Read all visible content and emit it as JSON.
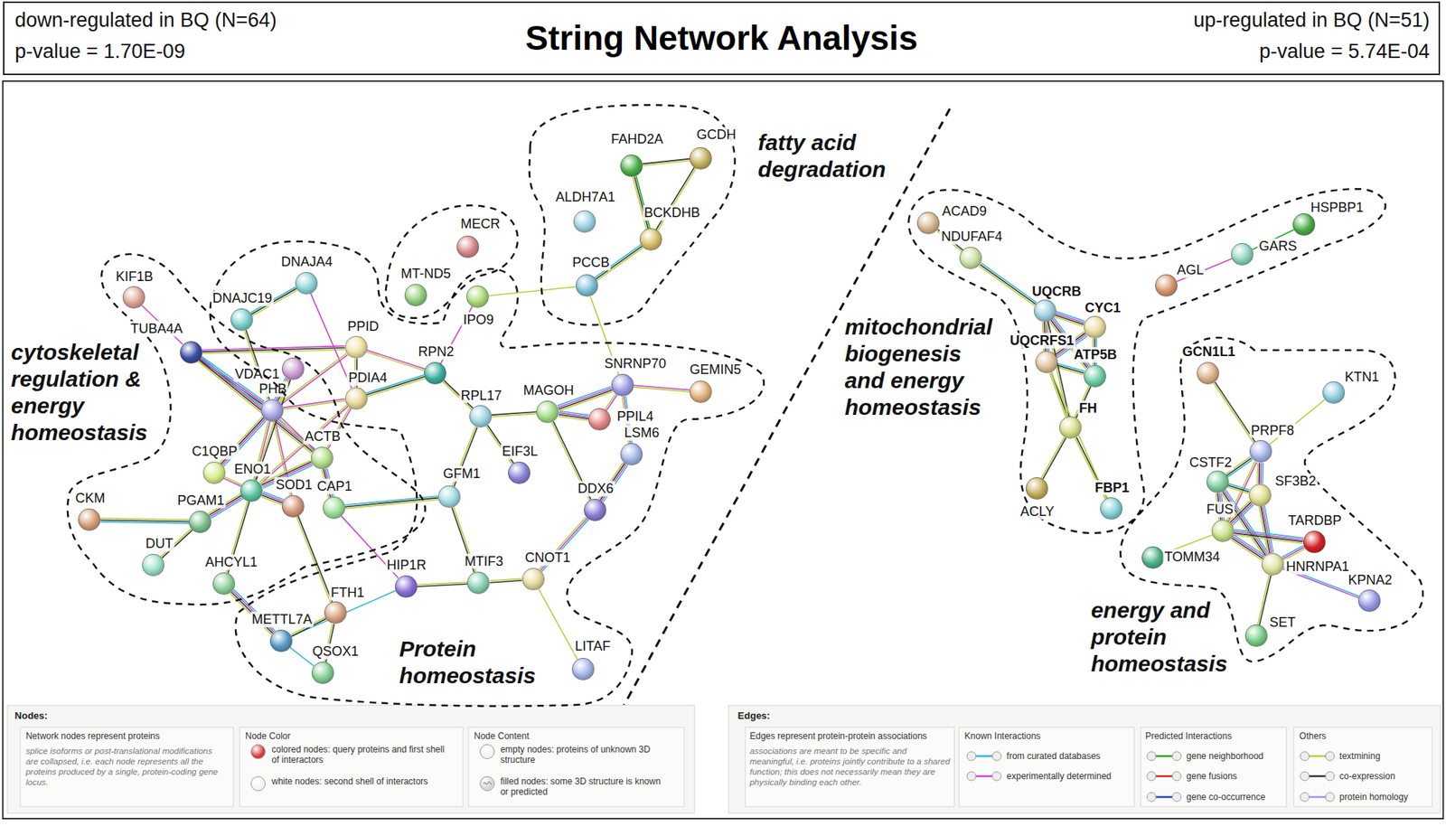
{
  "diagram": {
    "title": "String Network Analysis",
    "nodes": [
      {
        "text": [
          "down-regulated in BQ (N=64)",
          "p-value = 1.70E-09",
          "up-regulated in BQ (N=51)",
          "p-value = 5.74E-04"
        ]
      },
      {
        "text": [
          "cytoskeletal regulation & energy homeostasis"
        ]
      },
      {
        "text": [
          "KIF1B"
        ],
        "in": 1
      },
      {
        "text": [
          "TUBA4A"
        ],
        "in": 1
      },
      {
        "text": [
          "VDAC1"
        ],
        "in": 1
      },
      {
        "text": [
          "PHB"
        ],
        "in": 1
      },
      {
        "text": [
          "ACTB"
        ],
        "in": 1
      },
      {
        "text": [
          "C1QBP"
        ],
        "in": 1
      },
      {
        "text": [
          "ENO1"
        ],
        "in": 1
      },
      {
        "text": [
          "SOD1"
        ],
        "in": 1
      },
      {
        "text": [
          "CAP1"
        ],
        "in": 1
      },
      {
        "text": [
          "CKM"
        ],
        "in": 1
      },
      {
        "text": [
          "PGAM1"
        ],
        "in": 1
      },
      {
        "text": [
          "DUT"
        ],
        "in": 1
      },
      {
        "text": [
          "AHCYL1"
        ],
        "in": 1
      },
      {
        "text": [
          "Protein homeostasis"
        ]
      },
      {
        "text": [
          "DNAJC19"
        ],
        "in": 15
      },
      {
        "text": [
          "DNAJA4"
        ],
        "in": 15
      },
      {
        "text": [
          "PPID"
        ],
        "in": 15
      },
      {
        "text": [
          "PDIA4"
        ],
        "in": 15
      },
      {
        "text": [
          "IPO9"
        ],
        "in": 15
      },
      {
        "text": [
          "RPN2"
        ],
        "in": 15
      },
      {
        "text": [
          "RPL17"
        ],
        "in": 15
      },
      {
        "text": [
          "MAGOH"
        ],
        "in": 15
      },
      {
        "text": [
          "EIF3L"
        ],
        "in": 15
      },
      {
        "text": [
          "GFM1"
        ],
        "in": 15
      },
      {
        "text": [
          "HIP1R"
        ],
        "in": 15
      },
      {
        "text": [
          "MTIF3"
        ],
        "in": 15
      },
      {
        "text": [
          "SNRNP70"
        ],
        "in": 15
      },
      {
        "text": [
          "GEMIN5"
        ],
        "in": 15
      },
      {
        "text": [
          "PPIL4"
        ],
        "in": 15
      },
      {
        "text": [
          "LSM6"
        ],
        "in": 15
      },
      {
        "text": [
          "DDX6"
        ],
        "in": 15
      },
      {
        "text": [
          "CNOT1"
        ],
        "in": 15
      },
      {
        "text": [
          "LITAF"
        ],
        "in": 15
      },
      {
        "text": [
          "FTH1"
        ],
        "in": 15
      },
      {
        "text": [
          "METTL7A"
        ],
        "in": 15
      },
      {
        "text": [
          "QSOX1"
        ],
        "in": 15
      },
      {
        "text": [
          "fatty acid degradation"
        ]
      },
      {
        "text": [
          "FAHD2A"
        ],
        "in": 38
      },
      {
        "text": [
          "GCDH"
        ],
        "in": 38
      },
      {
        "text": [
          "ALDH7A1"
        ],
        "in": 38
      },
      {
        "text": [
          "BCKDHB"
        ],
        "in": 38
      },
      {
        "text": [
          "PCCB"
        ],
        "in": 38
      },
      {
        "text": [
          "MECR"
        ]
      },
      {
        "text": [
          "MT-ND5"
        ]
      },
      {
        "text": [
          "mitochondrial biogenesis and energy homeostasis"
        ]
      },
      {
        "text": [
          "ACAD9"
        ],
        "in": 46
      },
      {
        "text": [
          "NDUFAF4"
        ],
        "in": 46
      },
      {
        "text": [
          "UQCRB"
        ],
        "in": 46
      },
      {
        "text": [
          "CYC1"
        ],
        "in": 46
      },
      {
        "text": [
          "UQCRFS1"
        ],
        "in": 46
      },
      {
        "text": [
          "ATP5B"
        ],
        "in": 46
      },
      {
        "text": [
          "FH"
        ],
        "in": 46
      },
      {
        "text": [
          "ACLY"
        ],
        "in": 46
      },
      {
        "text": [
          "FBP1"
        ],
        "in": 46
      },
      {
        "text": [
          "AGL"
        ],
        "in": 46
      },
      {
        "text": [
          "GARS"
        ],
        "in": 46
      },
      {
        "text": [
          "HSPBP1"
        ],
        "in": 46
      },
      {
        "text": [
          "energy and protein homeostasis"
        ]
      },
      {
        "text": [
          "GCN1L1"
        ],
        "in": 59
      },
      {
        "text": [
          "KTN1"
        ],
        "in": 59
      },
      {
        "text": [
          "PRPF8"
        ],
        "in": 59
      },
      {
        "text": [
          "CSTF2"
        ],
        "in": 59
      },
      {
        "text": [
          "SF3B2"
        ],
        "in": 59
      },
      {
        "text": [
          "FUS"
        ],
        "in": 59
      },
      {
        "text": [
          "TARDBP"
        ],
        "in": 59
      },
      {
        "text": [
          "TOMM34"
        ],
        "in": 59
      },
      {
        "text": [
          "HNRNPA1"
        ],
        "in": 59
      },
      {
        "text": [
          "KPNA2"
        ],
        "in": 59
      },
      {
        "text": [
          "SET"
        ],
        "in": 59
      }
    ],
    "edges": [
      {
        "from": 2,
        "to": 3,
        "arrow": "none"
      },
      {
        "from": 3,
        "to": 5,
        "arrow": "none"
      },
      {
        "from": 3,
        "to": 18,
        "arrow": "none"
      },
      {
        "from": 3,
        "to": 6,
        "arrow": "none"
      },
      {
        "from": 16,
        "to": 5,
        "arrow": "none"
      },
      {
        "from": 16,
        "to": 17,
        "arrow": "none"
      },
      {
        "from": 17,
        "to": 19,
        "arrow": "none"
      },
      {
        "from": 18,
        "to": 5,
        "arrow": "none"
      },
      {
        "from": 18,
        "to": 19,
        "arrow": "none"
      },
      {
        "from": 18,
        "to": 21,
        "arrow": "none"
      },
      {
        "from": 5,
        "to": 4,
        "arrow": "none"
      },
      {
        "from": 5,
        "to": 19,
        "arrow": "none"
      },
      {
        "from": 5,
        "to": 6,
        "arrow": "none"
      },
      {
        "from": 5,
        "to": 7,
        "arrow": "none"
      },
      {
        "from": 5,
        "to": 8,
        "arrow": "none"
      },
      {
        "from": 5,
        "to": 9,
        "arrow": "none"
      },
      {
        "from": 4,
        "to": 8,
        "arrow": "none"
      },
      {
        "from": 19,
        "to": 21,
        "arrow": "none"
      },
      {
        "from": 19,
        "to": 8,
        "arrow": "none"
      },
      {
        "from": 19,
        "to": 6,
        "arrow": "none"
      },
      {
        "from": 21,
        "to": 20,
        "arrow": "none"
      },
      {
        "from": 21,
        "to": 22,
        "arrow": "none"
      },
      {
        "from": 20,
        "to": 43,
        "arrow": "none"
      },
      {
        "from": 43,
        "to": 42,
        "arrow": "none"
      },
      {
        "from": 42,
        "to": 40,
        "arrow": "none"
      },
      {
        "from": 39,
        "to": 40,
        "arrow": "none"
      },
      {
        "from": 39,
        "to": 42,
        "arrow": "none"
      },
      {
        "from": 43,
        "to": 28,
        "arrow": "none"
      },
      {
        "from": 22,
        "to": 23,
        "arrow": "none"
      },
      {
        "from": 22,
        "to": 25,
        "arrow": "none"
      },
      {
        "from": 22,
        "to": 24,
        "arrow": "none"
      },
      {
        "from": 23,
        "to": 28,
        "arrow": "none"
      },
      {
        "from": 23,
        "to": 30,
        "arrow": "none"
      },
      {
        "from": 23,
        "to": 32,
        "arrow": "none"
      },
      {
        "from": 28,
        "to": 29,
        "arrow": "none"
      },
      {
        "from": 28,
        "to": 31,
        "arrow": "none"
      },
      {
        "from": 28,
        "to": 30,
        "arrow": "none"
      },
      {
        "from": 31,
        "to": 32,
        "arrow": "none"
      },
      {
        "from": 32,
        "to": 33,
        "arrow": "none"
      },
      {
        "from": 33,
        "to": 27,
        "arrow": "none"
      },
      {
        "from": 33,
        "to": 34,
        "arrow": "none"
      },
      {
        "from": 27,
        "to": 26,
        "arrow": "none"
      },
      {
        "from": 27,
        "to": 25,
        "arrow": "none"
      },
      {
        "from": 26,
        "to": 36,
        "arrow": "none"
      },
      {
        "from": 10,
        "to": 26,
        "arrow": "none"
      },
      {
        "from": 10,
        "to": 25,
        "arrow": "none"
      },
      {
        "from": 6,
        "to": 10,
        "arrow": "none"
      },
      {
        "from": 6,
        "to": 8,
        "arrow": "none"
      },
      {
        "from": 8,
        "to": 12,
        "arrow": "none"
      },
      {
        "from": 8,
        "to": 9,
        "arrow": "none"
      },
      {
        "from": 8,
        "to": 7,
        "arrow": "none"
      },
      {
        "from": 8,
        "to": 14,
        "arrow": "none"
      },
      {
        "from": 12,
        "to": 11,
        "arrow": "none"
      },
      {
        "from": 12,
        "to": 13,
        "arrow": "none"
      },
      {
        "from": 9,
        "to": 35,
        "arrow": "none"
      },
      {
        "from": 35,
        "to": 36,
        "arrow": "none"
      },
      {
        "from": 36,
        "to": 37,
        "arrow": "none"
      },
      {
        "from": 35,
        "to": 37,
        "arrow": "none"
      },
      {
        "from": 14,
        "to": 36,
        "arrow": "none"
      },
      {
        "from": 47,
        "to": 48,
        "arrow": "none"
      },
      {
        "from": 48,
        "to": 49,
        "arrow": "none"
      },
      {
        "from": 49,
        "to": 50,
        "arrow": "none"
      },
      {
        "from": 49,
        "to": 51,
        "arrow": "none"
      },
      {
        "from": 49,
        "to": 52,
        "arrow": "none"
      },
      {
        "from": 50,
        "to": 51,
        "arrow": "none"
      },
      {
        "from": 50,
        "to": 52,
        "arrow": "none"
      },
      {
        "from": 51,
        "to": 52,
        "arrow": "none"
      },
      {
        "from": 51,
        "to": 53,
        "arrow": "none"
      },
      {
        "from": 52,
        "to": 53,
        "arrow": "none"
      },
      {
        "from": 49,
        "to": 53,
        "arrow": "none"
      },
      {
        "from": 53,
        "to": 54,
        "arrow": "none"
      },
      {
        "from": 53,
        "to": 55,
        "arrow": "none"
      },
      {
        "from": 51,
        "to": 55,
        "arrow": "none"
      },
      {
        "from": 57,
        "to": 58,
        "arrow": "none"
      },
      {
        "from": 56,
        "to": 57,
        "arrow": "none"
      },
      {
        "from": 60,
        "to": 62,
        "arrow": "none"
      },
      {
        "from": 61,
        "to": 62,
        "arrow": "none"
      },
      {
        "from": 62,
        "to": 63,
        "arrow": "none"
      },
      {
        "from": 62,
        "to": 64,
        "arrow": "none"
      },
      {
        "from": 62,
        "to": 65,
        "arrow": "none"
      },
      {
        "from": 63,
        "to": 64,
        "arrow": "none"
      },
      {
        "from": 63,
        "to": 65,
        "arrow": "none"
      },
      {
        "from": 63,
        "to": 68,
        "arrow": "none"
      },
      {
        "from": 64,
        "to": 65,
        "arrow": "none"
      },
      {
        "from": 64,
        "to": 68,
        "arrow": "none"
      },
      {
        "from": 65,
        "to": 66,
        "arrow": "none"
      },
      {
        "from": 65,
        "to": 68,
        "arrow": "none"
      },
      {
        "from": 68,
        "to": 66,
        "arrow": "none"
      },
      {
        "from": 68,
        "to": 69,
        "arrow": "none"
      },
      {
        "from": 68,
        "to": 70,
        "arrow": "none"
      },
      {
        "from": 65,
        "to": 67,
        "arrow": "none"
      }
    ],
    "labels": [
      "Nodes:",
      "Network nodes represent proteins",
      "splice isoforms or post-translational modifications are collapsed, i.e. each node represents all the proteins produced by a single, protein-coding gene locus.",
      "Node Color",
      "Node Content",
      "Edges:",
      "Edges represent protein-protein associations",
      "associations are meant to be specific and meaningful, i.e. proteins jointly contribute to a shared function; this does not necessarily mean they are physically binding each other.",
      "Known Interactions",
      "Predicted Interactions",
      "Others"
    ],
    "legend": [
      {
        "text": "colored nodes: query proteins and first shell of interactors",
        "color": "#d9343c"
      },
      {
        "text": "white nodes: second shell of interactors",
        "color": "#f4f4f4"
      },
      {
        "text": "empty nodes: proteins of unknown 3D structure"
      },
      {
        "text": "filled nodes: some 3D structure is known or predicted"
      },
      {
        "text": "from curated databases",
        "color": "#34b7cf"
      },
      {
        "text": "experimentally determined",
        "color": "#cc44cc"
      },
      {
        "text": "gene neighborhood",
        "color": "#22a822"
      },
      {
        "text": "gene fusions",
        "color": "#dd2222"
      },
      {
        "text": "gene co-occurrence",
        "color": "#2244dd"
      },
      {
        "text": "textmining",
        "color": "#b5cf3c"
      },
      {
        "text": "co-expression",
        "color": "#333333"
      },
      {
        "text": "protein homology",
        "color": "#9999ee"
      }
    ]
  }
}
